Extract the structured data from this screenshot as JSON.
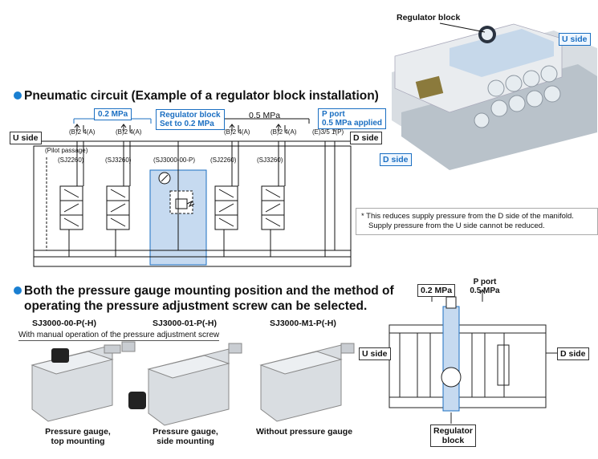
{
  "headings": {
    "circuit": "Pneumatic circuit (Example of a regulator block installation)",
    "selection_line1": "Both the pressure gauge mounting position and the method of",
    "selection_line2": "operating the pressure adjustment screw can be selected."
  },
  "photo": {
    "regulator_block_label": "Regulator block",
    "u_side": "U side",
    "d_side": "D side"
  },
  "circuit": {
    "u_side": "U side",
    "d_side": "D side",
    "pressure_02": "0.2 MPa",
    "regulator_line1": "Regulator block",
    "regulator_line2": "Set to 0.2 MPa",
    "pressure_05": "0.5 MPa",
    "pport_line1": "P port",
    "pport_line2": "0.5 MPa applied",
    "ports": [
      "(B)2 4(A)",
      "(B)2 4(A)",
      "(B)2 4(A)",
      "(B)2 4(A)",
      "(E)3/5 1(P)"
    ],
    "pilot_passage": "(Pilot passage)",
    "valves": [
      "(SJ2260)",
      "(SJ3260)",
      "(SJ3000-00-P)",
      "(SJ2260)",
      "(SJ3260)"
    ]
  },
  "note": {
    "symbol": "*",
    "line1": "This reduces supply pressure from the D side of the manifold.",
    "line2": "Supply pressure from the U side cannot be reduced."
  },
  "models": {
    "m1": "SJ3000-00-P(-H)",
    "m2": "SJ3000-01-P(-H)",
    "m3": "SJ3000-M1-P(-H)",
    "manual_note": "With manual operation of the pressure adjustment screw"
  },
  "captions": {
    "c1_line1": "Pressure gauge,",
    "c1_line2": "top mounting",
    "c2_line1": "Pressure gauge,",
    "c2_line2": "side mounting",
    "c3": "Without pressure gauge"
  },
  "drawing": {
    "pressure_02": "0.2 MPa",
    "pport_line1": "P port",
    "pport_line2": "0.5 MPa",
    "u_side": "U side",
    "d_side": "D side",
    "regulator_line1": "Regulator",
    "regulator_line2": "block"
  }
}
